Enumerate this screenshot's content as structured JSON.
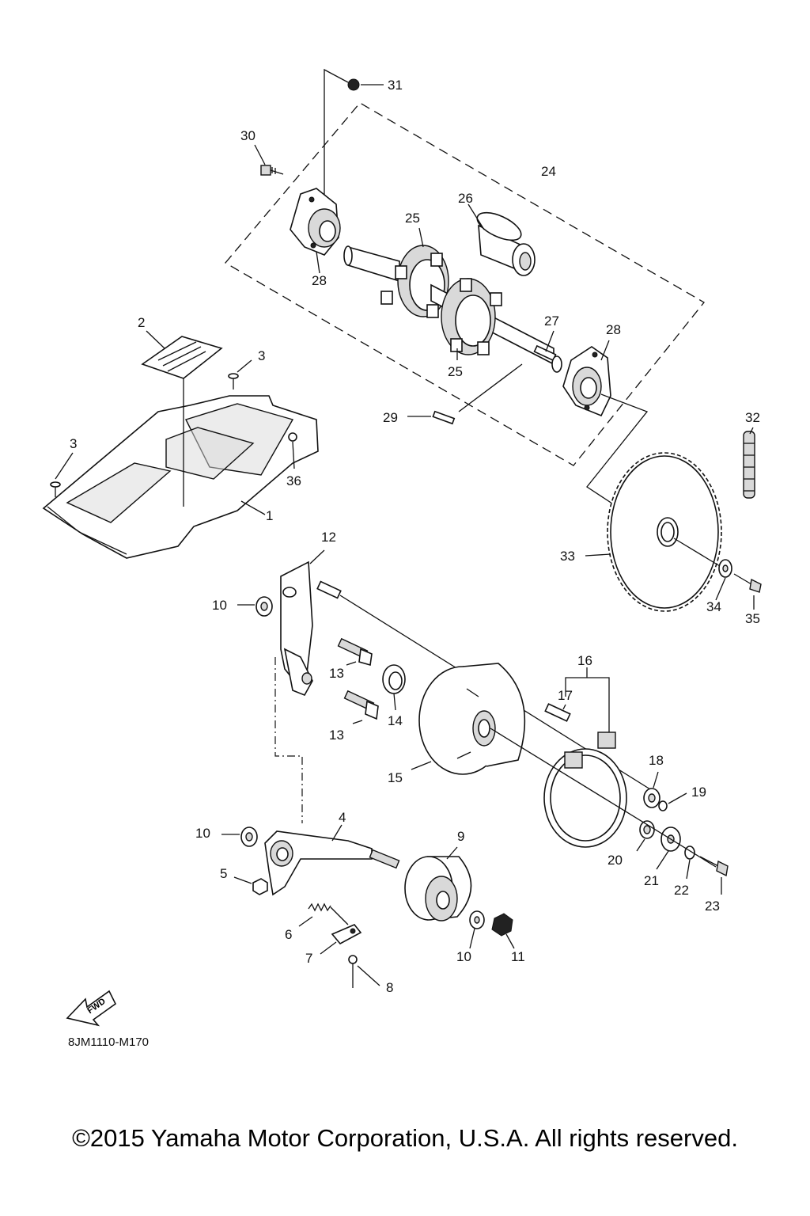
{
  "diagram_code": "8JM1110-M170",
  "fwd_label": "FWD",
  "copyright": "©2015 Yamaha Motor Corporation, U.S.A. All rights reserved.",
  "callouts": [
    {
      "id": "c1",
      "text": "1"
    },
    {
      "id": "c2",
      "text": "2"
    },
    {
      "id": "c3a",
      "text": "3"
    },
    {
      "id": "c3b",
      "text": "3"
    },
    {
      "id": "c4",
      "text": "4"
    },
    {
      "id": "c5",
      "text": "5"
    },
    {
      "id": "c6",
      "text": "6"
    },
    {
      "id": "c7",
      "text": "7"
    },
    {
      "id": "c8",
      "text": "8"
    },
    {
      "id": "c9",
      "text": "9"
    },
    {
      "id": "c10a",
      "text": "10"
    },
    {
      "id": "c10b",
      "text": "10"
    },
    {
      "id": "c10c",
      "text": "10"
    },
    {
      "id": "c11",
      "text": "11"
    },
    {
      "id": "c12",
      "text": "12"
    },
    {
      "id": "c13a",
      "text": "13"
    },
    {
      "id": "c13b",
      "text": "13"
    },
    {
      "id": "c14",
      "text": "14"
    },
    {
      "id": "c15",
      "text": "15"
    },
    {
      "id": "c16",
      "text": "16"
    },
    {
      "id": "c17",
      "text": "17"
    },
    {
      "id": "c18",
      "text": "18"
    },
    {
      "id": "c19",
      "text": "19"
    },
    {
      "id": "c20",
      "text": "20"
    },
    {
      "id": "c21",
      "text": "21"
    },
    {
      "id": "c22",
      "text": "22"
    },
    {
      "id": "c23",
      "text": "23"
    },
    {
      "id": "c24",
      "text": "24"
    },
    {
      "id": "c25a",
      "text": "25"
    },
    {
      "id": "c25b",
      "text": "25"
    },
    {
      "id": "c26",
      "text": "26"
    },
    {
      "id": "c27",
      "text": "27"
    },
    {
      "id": "c28a",
      "text": "28"
    },
    {
      "id": "c28b",
      "text": "28"
    },
    {
      "id": "c29",
      "text": "29"
    },
    {
      "id": "c30",
      "text": "30"
    },
    {
      "id": "c31",
      "text": "31"
    },
    {
      "id": "c32",
      "text": "32"
    },
    {
      "id": "c33",
      "text": "33"
    },
    {
      "id": "c34",
      "text": "34"
    },
    {
      "id": "c35",
      "text": "35"
    },
    {
      "id": "c36",
      "text": "36"
    }
  ]
}
